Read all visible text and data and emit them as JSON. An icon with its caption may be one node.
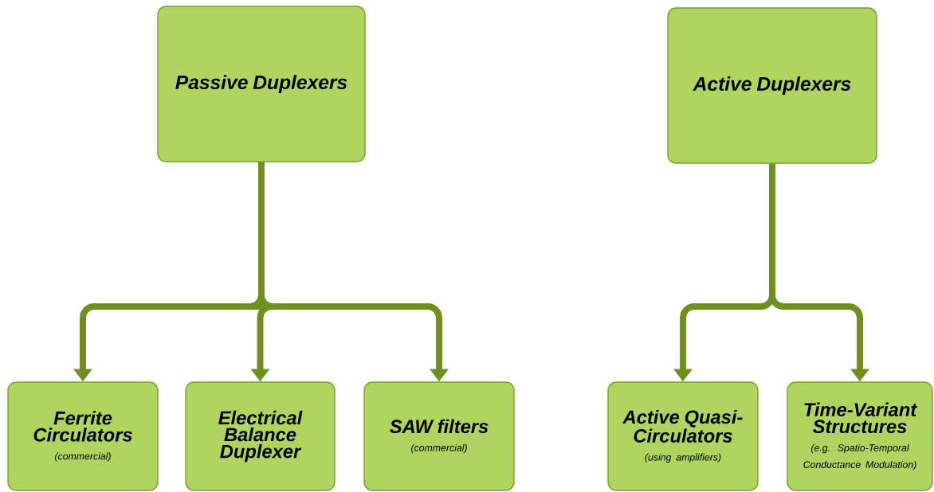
{
  "diagram": {
    "nodes": [
      {
        "text": [
          "Passive Duplexers"
        ]
      },
      {
        "text": [
          "Active Duplexers"
        ]
      },
      {
        "text": [
          "Ferrite Circulators",
          "(commercial)"
        ]
      },
      {
        "text": [
          "Electrical Balance Duplexer"
        ]
      },
      {
        "text": [
          "SAW filters",
          "(commercial)"
        ]
      },
      {
        "text": [
          "Active Quasi-Circulators",
          "(using amplifiers)"
        ]
      },
      {
        "text": [
          "Time-Variant Structures",
          "(e.g. Spatio-Temporal Conductance Modulation)"
        ]
      }
    ],
    "edges": [
      {
        "from": 0,
        "to": 2,
        "arrow": "to"
      },
      {
        "from": 0,
        "to": 3,
        "arrow": "to"
      },
      {
        "from": 0,
        "to": 4,
        "arrow": "to"
      },
      {
        "from": 1,
        "to": 5,
        "arrow": "to"
      },
      {
        "from": 1,
        "to": 6,
        "arrow": "to"
      }
    ]
  }
}
